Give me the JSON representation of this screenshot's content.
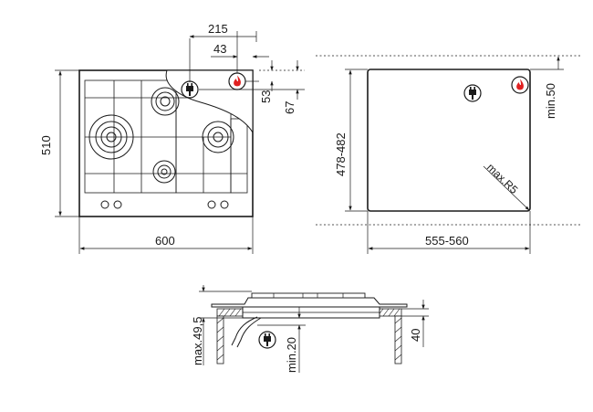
{
  "front_view": {
    "width_label": "600",
    "depth_label": "510",
    "knob_offset_label": "215",
    "socket_offset_label": "43",
    "socket_height_label": "53",
    "gas_height_label": "67"
  },
  "cutout_view": {
    "depth_label": "478-482",
    "width_label": "555-560",
    "min_edge_label": "min.50",
    "radius_label": "max.R5"
  },
  "section_view": {
    "max_height_label": "max.49,5",
    "min_clearance_label": "min.20",
    "worktop_label": "40"
  },
  "icons": [
    "plug-icon",
    "flame-icon"
  ]
}
